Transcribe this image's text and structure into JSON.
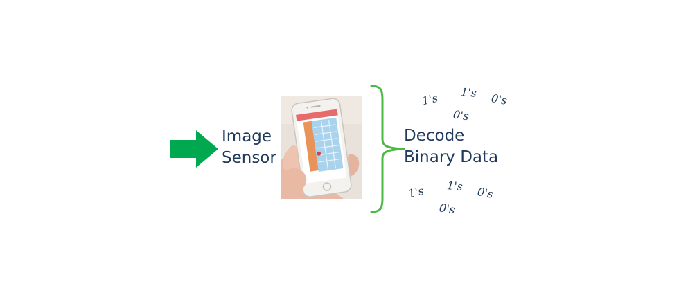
{
  "labels": {
    "sensor_line1": "Image",
    "sensor_line2": "Sensor",
    "decode_line1": "Decode",
    "decode_line2": "Binary Data"
  },
  "bits_top": [
    "1's",
    "1's",
    "0's",
    "0's"
  ],
  "bits_bottom": [
    "1's",
    "1's",
    "0's",
    "0's"
  ],
  "colors": {
    "arrow": "#00a94f",
    "brace": "#4cb944",
    "text": "#1f3a5a"
  },
  "icons": {
    "arrow": "right-arrow-icon",
    "brace": "curly-brace-icon",
    "photo": "phone-in-hand-photo"
  }
}
